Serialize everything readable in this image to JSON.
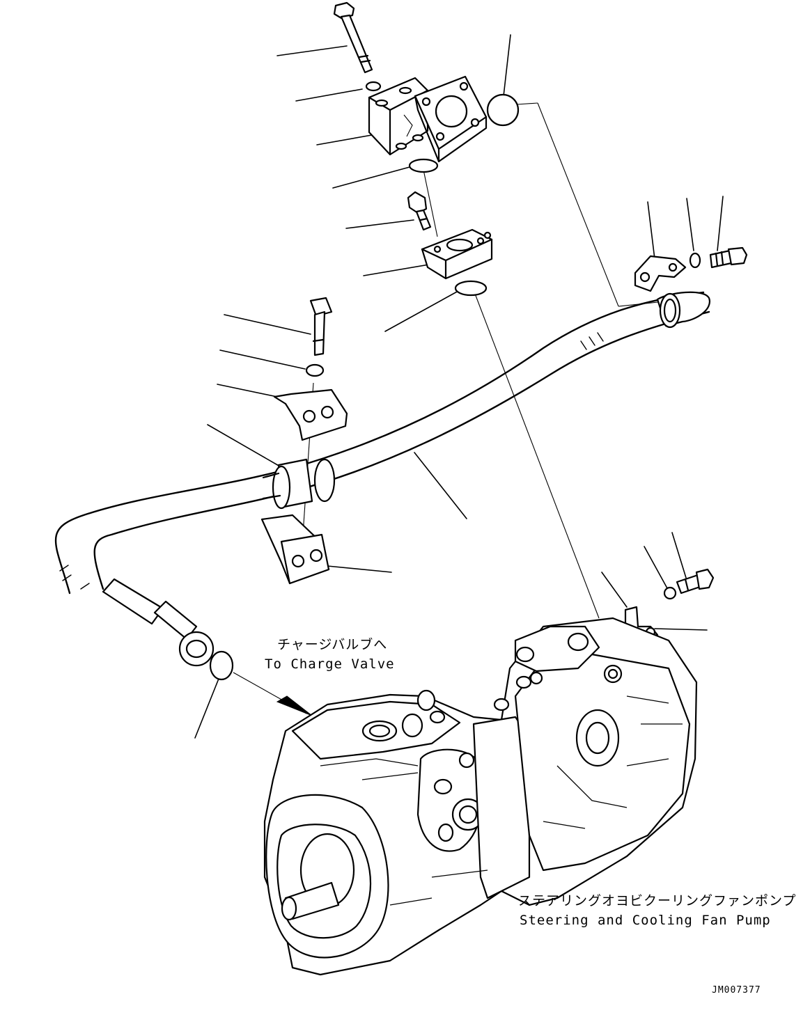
{
  "labels": {
    "charge_valve_ja": "チャージバルブへ",
    "charge_valve_en": "To Charge Valve",
    "pump_ja": "ステアリングオヨビクーリングファンポンプ",
    "pump_en": "Steering and Cooling Fan Pump",
    "drawing_code": "JM007377"
  }
}
